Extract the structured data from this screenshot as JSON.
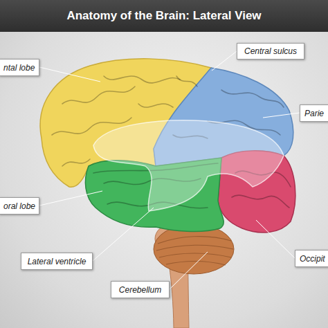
{
  "diagram": {
    "title": "Anatomy of the Brain: Lateral View",
    "nodes": [
      {
        "text": [
          "Central sulcus"
        ]
      },
      {
        "text": [
          "ntal lobe"
        ]
      },
      {
        "text": [
          "Parie"
        ]
      },
      {
        "text": [
          "oral lobe"
        ]
      },
      {
        "text": [
          "Occipit"
        ]
      },
      {
        "text": [
          "Lateral ventricle"
        ]
      },
      {
        "text": [
          "Cerebellum"
        ]
      }
    ]
  }
}
